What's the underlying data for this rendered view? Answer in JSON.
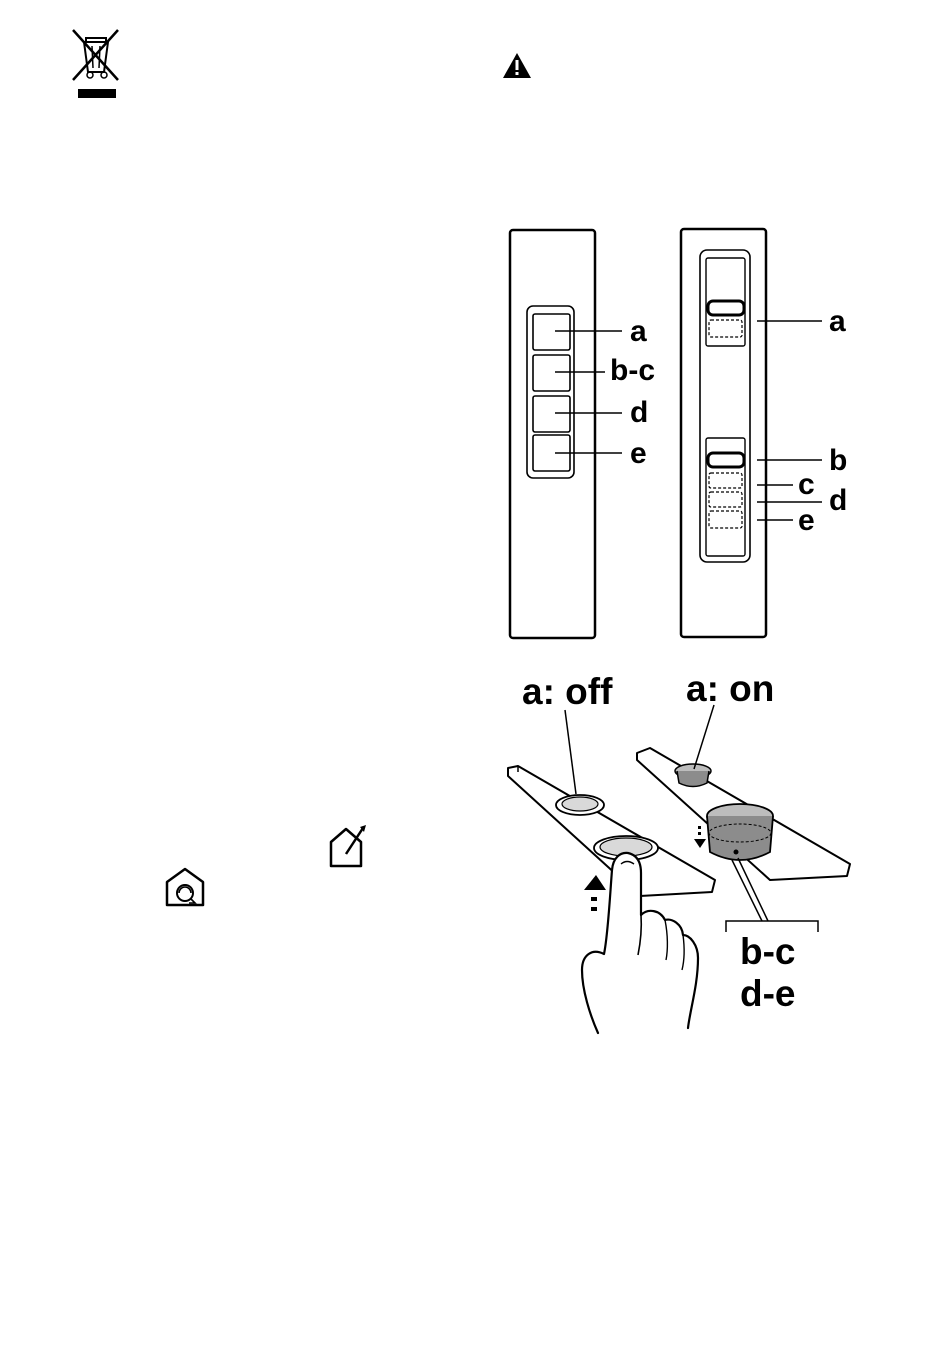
{
  "panel1": {
    "labels": [
      "a",
      "b-c",
      "d",
      "e"
    ]
  },
  "panel2": {
    "labels": [
      "a",
      "b",
      "c",
      "d",
      "e"
    ]
  },
  "usage": {
    "off_label": "a: off",
    "on_label": "a: on",
    "bracket_line1": "b-c",
    "bracket_line2": "d-e"
  },
  "icons": [
    "recycling-bin-crossed-icon",
    "warning-triangle-icon",
    "house-duct-out-icon",
    "house-recirculation-icon"
  ]
}
